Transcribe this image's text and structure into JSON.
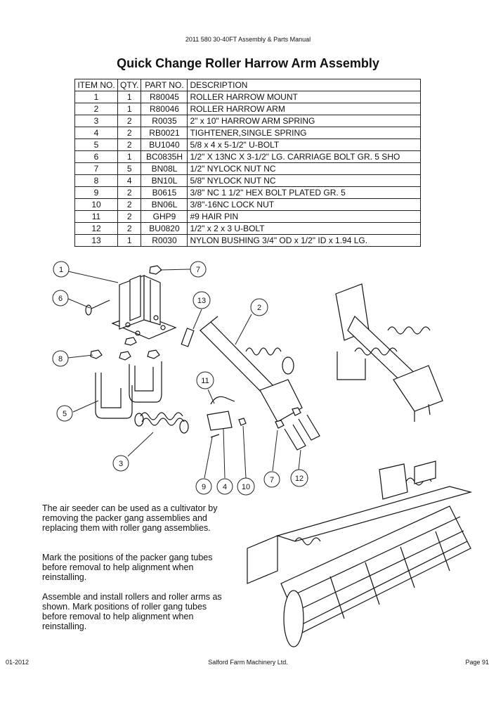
{
  "header": {
    "text": "2011 580 30-40FT Assembly & Parts Manual"
  },
  "title": "Quick Change Roller Harrow Arm Assembly",
  "table": {
    "columns": [
      "ITEM NO.",
      "QTY.",
      "PART NO.",
      "DESCRIPTION"
    ],
    "rows": [
      [
        "1",
        "1",
        "R80045",
        "ROLLER HARROW MOUNT"
      ],
      [
        "2",
        "1",
        "R80046",
        "ROLLER HARROW ARM"
      ],
      [
        "3",
        "2",
        "R0035",
        "2\" x 10\" HARROW ARM SPRING"
      ],
      [
        "4",
        "2",
        "RB0021",
        "TIGHTENER,SINGLE SPRING"
      ],
      [
        "5",
        "2",
        "BU1040",
        "5/8 x 4 x 5-1/2\" U-BOLT"
      ],
      [
        "6",
        "1",
        "BC0835H",
        "1/2\" X 13NC X 3-1/2\" LG. CARRIAGE BOLT GR. 5 SHO"
      ],
      [
        "7",
        "5",
        "BN08L",
        "1/2\" NYLOCK NUT NC"
      ],
      [
        "8",
        "4",
        "BN10L",
        "5/8\" NYLOCK NUT NC"
      ],
      [
        "9",
        "2",
        "B0615",
        "3/8\" NC 1 1/2\" HEX BOLT PLATED GR. 5"
      ],
      [
        "10",
        "2",
        "BN06L",
        "3/8\"-16NC LOCK NUT"
      ],
      [
        "11",
        "2",
        "GHP9",
        "#9 HAIR PIN"
      ],
      [
        "12",
        "2",
        "BU0820",
        "1/2\" x 2 x 3 U-BOLT"
      ],
      [
        "13",
        "1",
        "R0030",
        "NYLON BUSHING 3/4\" OD x 1/2\" ID x 1.94 LG."
      ]
    ]
  },
  "callouts": [
    "1",
    "7",
    "6",
    "13",
    "2",
    "8",
    "11",
    "5",
    "3",
    "9",
    "4",
    "10",
    "7",
    "12"
  ],
  "instructions": [
    "The air seeder can be used as a cultivator by removing the packer gang assemblies and replacing them with roller gang assemblies.",
    "Mark the positions of the packer gang tubes before removal to help alignment when reinstalling.",
    "Assemble and install rollers and roller arms as shown. Mark positions of roller gang tubes before removal to help alignment when reinstalling."
  ],
  "footer": {
    "date": "01-2012",
    "company": "Salford Farm Machinery Ltd.",
    "page": "Page 91"
  }
}
